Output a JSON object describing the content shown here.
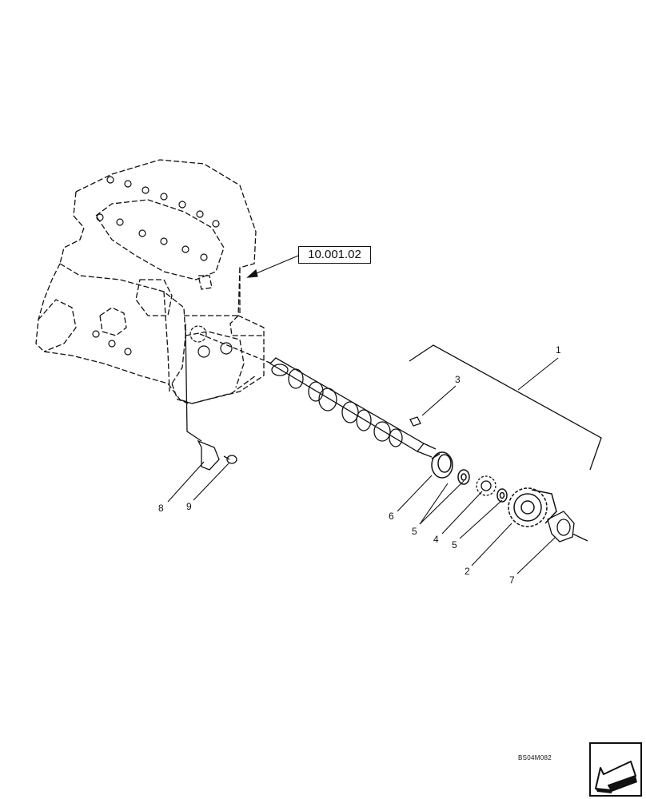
{
  "reference_label": "10.001.02",
  "drawing_code": "BS04M082",
  "callouts": {
    "c1": "1",
    "c2": "2",
    "c3": "3",
    "c4": "4",
    "c5a": "5",
    "c5b": "5",
    "c6": "6",
    "c7": "7",
    "c8": "8",
    "c9": "9"
  },
  "nav_icon": "arrow-lower-left-icon"
}
